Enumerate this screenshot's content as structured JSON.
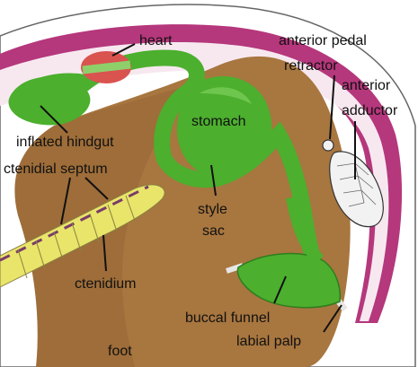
{
  "labels": {
    "heart": "heart",
    "anterior_pedal": "anterior pedal",
    "retractor": "retractor",
    "anterior": "anterior",
    "adductor": "adductor",
    "stomach": "stomach",
    "inflated_hindgut": "inflated hindgut",
    "ctenidial_septum": "ctenidial septum",
    "style": "style",
    "sac": "sac",
    "ctenidium": "ctenidium",
    "buccal_funnel": "buccal funnel",
    "labial_palp": "labial palp",
    "foot": "foot"
  },
  "colors": {
    "mantle_pink": "#b5377c",
    "foot_brown": "#a8763f",
    "gut_green": "#4caf2e",
    "gill_yellow": "#e8e56a",
    "heart_red": "#d9534f",
    "adductor_gray": "#e6e6e6"
  }
}
